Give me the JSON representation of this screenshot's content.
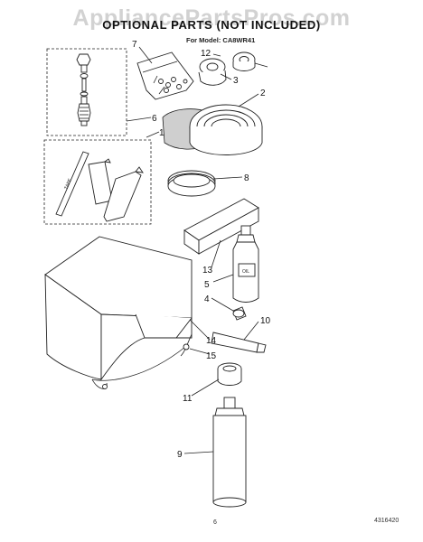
{
  "watermark": "AppliancePartsPros.com",
  "title": "OPTIONAL PARTS (NOT INCLUDED)",
  "model_line": "For Model: CA8WR41",
  "page_number": "6",
  "doc_code": "4316420",
  "callouts": {
    "c1": "1",
    "c2": "2",
    "c3": "3",
    "c4": "4",
    "c5": "5",
    "c6": "6",
    "c7": "7",
    "c8": "8",
    "c9": "9",
    "c10": "10",
    "c11": "11",
    "c12": "12",
    "c13": "13",
    "c14": "14",
    "c15": "15"
  },
  "oil_label": "OIL"
}
